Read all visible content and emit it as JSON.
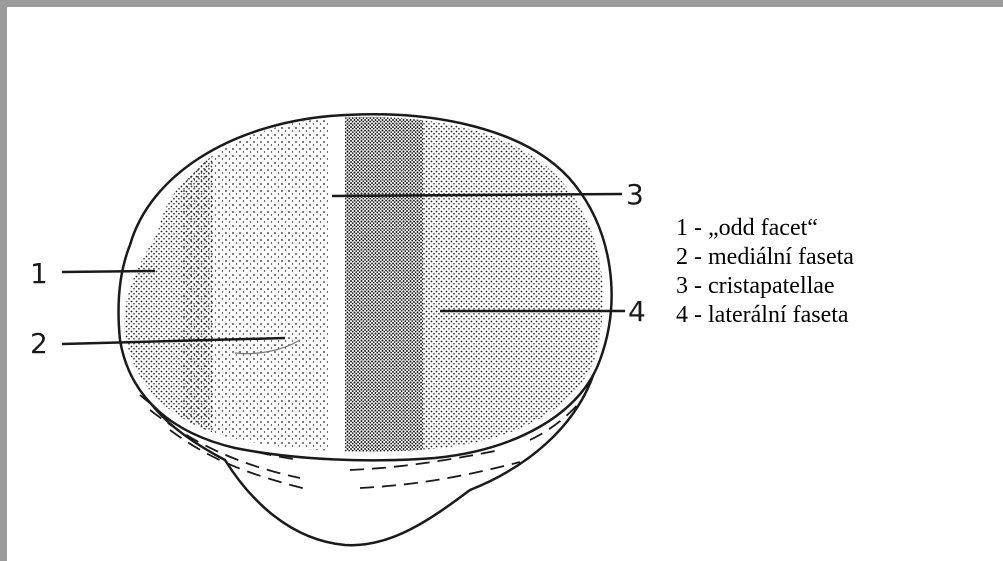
{
  "colors": {
    "frame": "#9b9b9b",
    "ink": "#1a1a1a",
    "background": "#ffffff"
  },
  "diagram": {
    "callouts": [
      "1",
      "2",
      "3",
      "4"
    ]
  },
  "legend": [
    {
      "number": "1",
      "text": "1 - „odd facet“"
    },
    {
      "number": "2",
      "text": "2 - mediální faseta"
    },
    {
      "number": "3",
      "text": "3 - cristapatellae"
    },
    {
      "number": "4",
      "text": "4 - laterální faseta"
    }
  ]
}
